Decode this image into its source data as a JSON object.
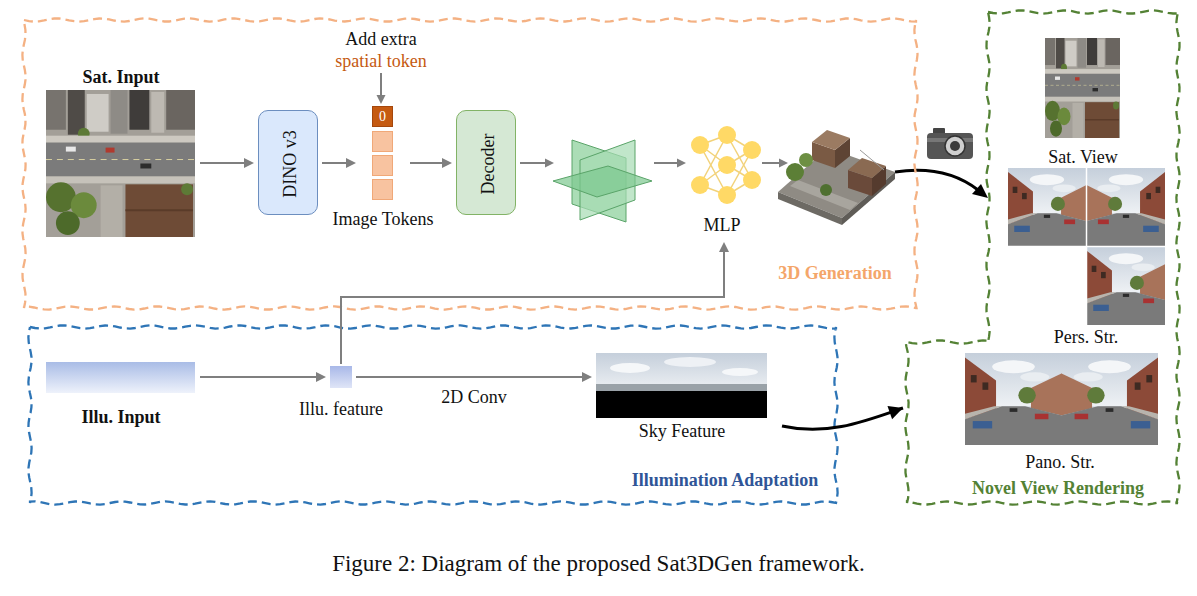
{
  "diagram": {
    "caption": "Figure 2: Diagram of the proposed Sat3DGen framework.",
    "nodes": [
      {
        "text": [
          "3D Generation"
        ]
      },
      {
        "text": [
          "Sat. Input"
        ],
        "in": 0
      },
      {
        "text": [
          "DINO v3"
        ],
        "in": 0
      },
      {
        "text": [
          "Image Tokens"
        ],
        "in": 0
      },
      {
        "text": [
          "0"
        ],
        "in": 3
      },
      {
        "text": [
          "Decoder"
        ],
        "in": 0
      },
      {
        "text": [
          "MLP"
        ],
        "in": 0
      },
      {
        "text": [
          "Novel View Rendering"
        ]
      },
      {
        "text": [
          "Sat. View"
        ],
        "in": 7
      },
      {
        "text": [
          "Pers. Str."
        ],
        "in": 7
      },
      {
        "text": [
          "Pano. Str."
        ],
        "in": 7
      },
      {
        "text": [
          "Illumination Adaptation"
        ]
      },
      {
        "text": [
          "Illu. Input"
        ],
        "in": 11
      },
      {
        "text": [
          "Illu. feature"
        ],
        "in": 11
      },
      {
        "text": [
          "Sky Feature"
        ],
        "in": 11
      }
    ],
    "edges": [
      {
        "from": 1,
        "to": 2,
        "arrow": "to"
      },
      {
        "from": 2,
        "to": 3,
        "arrow": "to"
      },
      {
        "from": 3,
        "to": 5,
        "arrow": "to"
      },
      {
        "from": 12,
        "to": 13,
        "arrow": "to"
      },
      {
        "from": 13,
        "to": 6,
        "arrow": "to"
      },
      {
        "from": 13,
        "to": 14,
        "label": "2D Conv",
        "arrow": "to"
      },
      {
        "from": 14,
        "to": 7,
        "arrow": "to"
      }
    ],
    "labels": [
      "Add extra",
      "spatial token"
    ]
  }
}
